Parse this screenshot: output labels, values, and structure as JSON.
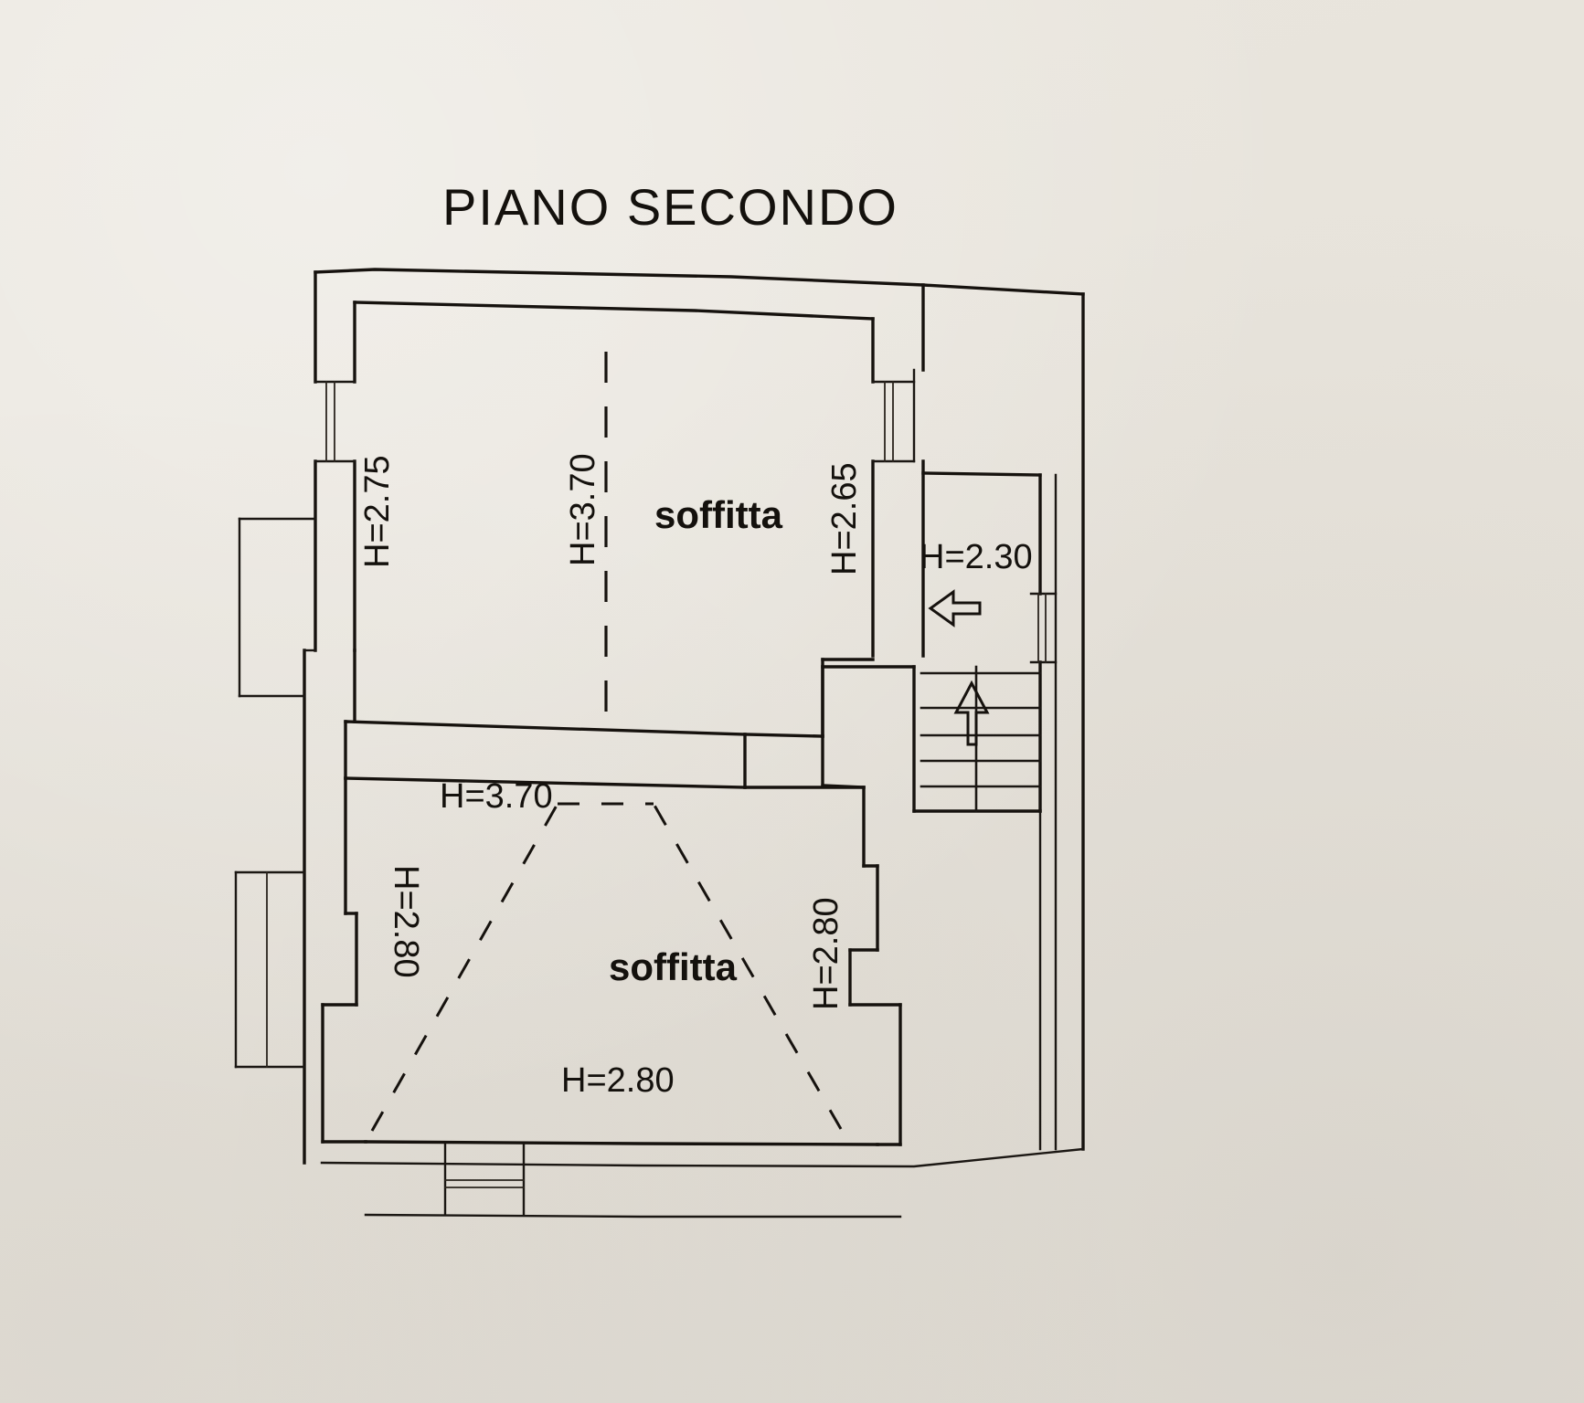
{
  "document": {
    "kind": "architectural-floor-plan",
    "title": "PIANO SECONDO",
    "language": "it"
  },
  "rooms": [
    {
      "id": "soffitta-upper",
      "label": "soffitta"
    },
    {
      "id": "soffitta-lower",
      "label": "soffitta"
    }
  ],
  "height_labels": {
    "upper_left_wall": "H=2.75",
    "upper_ridge": "H=3.70",
    "upper_right_wall": "H=2.65",
    "stair_landing": "H=2.30",
    "lower_top": "H=3.70",
    "lower_left_wall": "H=2.80",
    "lower_right_wall": "H=2.80",
    "lower_bottom": "H=2.80"
  },
  "annotations": {
    "stair_up_arrow": "up-arrow",
    "landing_arrow": "left-arrow"
  },
  "colors": {
    "paper": "#e9e5dd",
    "ink": "#16120e"
  }
}
